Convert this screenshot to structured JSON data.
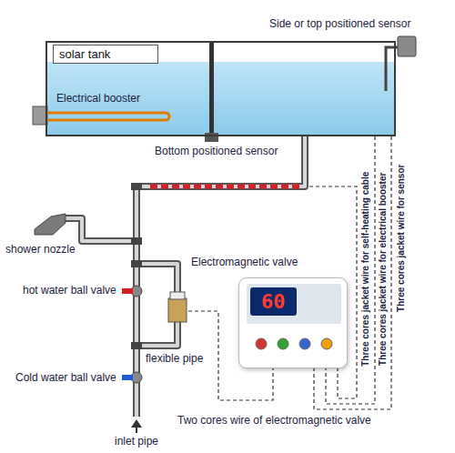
{
  "diagram": {
    "nodes": [
      {
        "text": [
          "solar tank"
        ]
      },
      {
        "text": [
          "60"
        ]
      }
    ],
    "edges": [
      {
        "from": 0,
        "to": 1,
        "arrow": "none"
      },
      {
        "from": 0,
        "to": 1,
        "arrow": "none"
      }
    ],
    "labels": [
      "Side or top positioned sensor",
      "Electrical booster",
      "Bottom positioned sensor",
      "shower nozzle",
      "hot water ball valve",
      "Electromagnetic valve",
      "Cold water ball valve",
      "flexible pipe",
      "Two cores wire of electromagnetic valve",
      "inlet pipe",
      "Three cores jacket wire for self-heating cable",
      "Three cores jacket wire for electrical booster",
      "Three cores jacket wire for sensor"
    ]
  }
}
